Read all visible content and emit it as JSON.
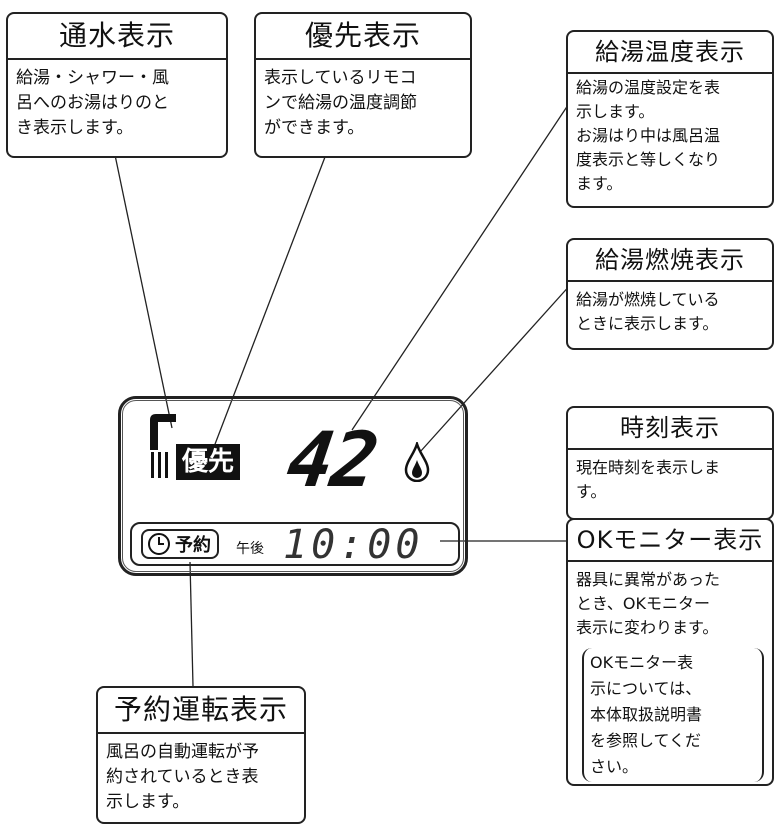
{
  "callouts": {
    "water_flow": {
      "title": "通水表示",
      "body": "給湯・シャワー・風\n呂へのお湯はりのと\nき表示します。"
    },
    "priority": {
      "title": "優先表示",
      "body": "表示しているリモコ\nンで給湯の温度調節\nができます。"
    },
    "hot_water_temp": {
      "title": "給湯温度表示",
      "body": "給湯の温度設定を表\n示します。\nお湯はり中は風呂温\n度表示と等しくなり\nます。"
    },
    "combustion": {
      "title": "給湯燃焼表示",
      "body": "給湯が燃焼している\nときに表示します。"
    },
    "clock": {
      "title": "時刻表示",
      "body": "現在時刻を表示しま\nす。"
    },
    "ok_monitor": {
      "title": "OKモニター表示",
      "body": "器具に異常があった\nとき、OKモニター\n表示に変わります。",
      "note": "OKモニター表\n示については、\n本体取扱説明書\nを参照してくだ\nさい。"
    },
    "reservation": {
      "title": "予約運転表示",
      "body": "風呂の自動運転が予\n約されているとき表\n示します。"
    }
  },
  "display": {
    "priority_label": "優先",
    "temperature": "42",
    "reservation_label": "予約",
    "pm_label": "午後",
    "time": "10:00",
    "icons": [
      "faucet-icon",
      "flame-icon",
      "clock-icon"
    ]
  }
}
